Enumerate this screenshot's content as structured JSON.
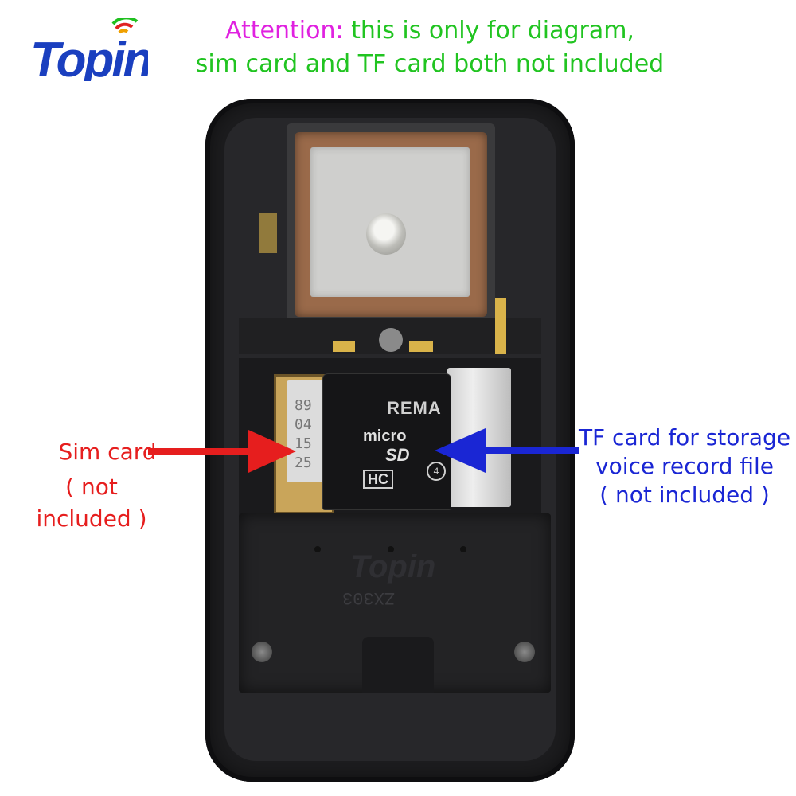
{
  "header": {
    "attention_label": "Attention:",
    "attention_rest": " this is only for diagram,",
    "attention_line2": "sim card and TF card both not included",
    "label_color": "#e021e0",
    "text_color": "#21c421"
  },
  "logo": {
    "icon": "topin-logo",
    "primary_color": "#1a3fbf"
  },
  "annotations": {
    "sim": {
      "line1": "Sim card",
      "line2": "( not included )",
      "color": "#e61e1e"
    },
    "tf": {
      "line1": "TF card for storage",
      "line2": "voice record file",
      "line3": "( not included )",
      "color": "#1a26d4"
    }
  },
  "device": {
    "sd_brand": "REMA",
    "sd_micro": "micro",
    "sd_sd": "SD",
    "sd_hc": "HC",
    "sd_speed": "4",
    "sim_digits": [
      "89",
      "04",
      "15",
      "25"
    ],
    "watermark": "Topin",
    "model": "ZX303"
  }
}
